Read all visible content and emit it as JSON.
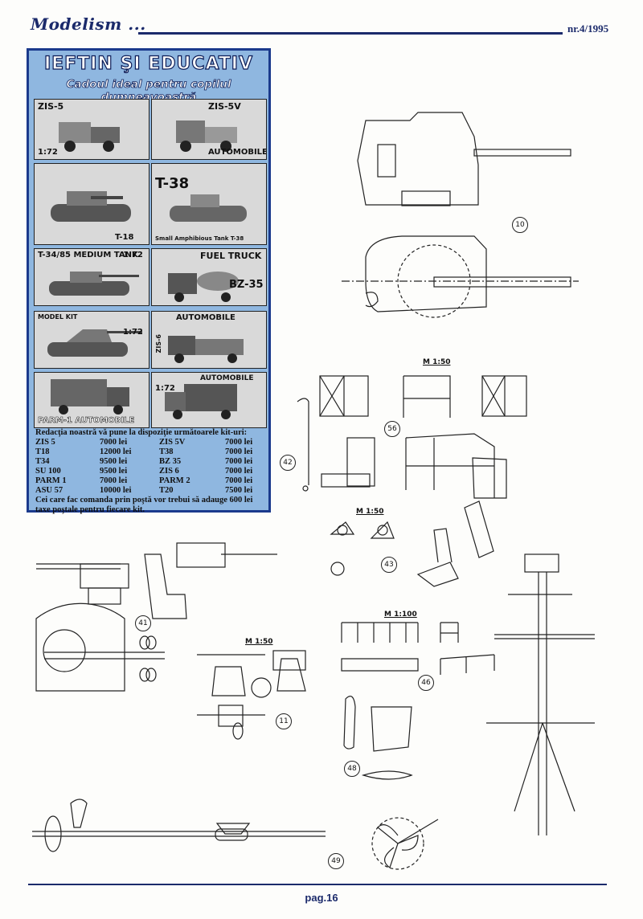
{
  "header": {
    "logo": "Modelism ...",
    "issue": "nr.4/1995"
  },
  "footer": {
    "page": "pag.16"
  },
  "ad": {
    "title": "IEFTIN ŞI EDUCATIV",
    "subtitle": "Cadoul ideal pentru copilul dumneavoastră",
    "kits": [
      {
        "label": "ZIS-5",
        "sub": "1:72"
      },
      {
        "label": "ZIS-5V",
        "sub": "AUTOMOBILE"
      },
      {
        "label": "",
        "sub": "T-18"
      },
      {
        "label": "T-38",
        "sub": "Small Amphibious Tank T-38"
      },
      {
        "label": "T-34/85 MEDIUM TANK",
        "sub": "1:72"
      },
      {
        "label": "FUEL TRUCK",
        "sub": "BZ-35"
      },
      {
        "label": "MODEL KIT",
        "sub": "1:72"
      },
      {
        "label": "ZIS-6",
        "sub": "AUTOMOBILE"
      },
      {
        "label": "",
        "sub": "PARM-1 AUTOMOBILE"
      },
      {
        "label": "AUTOMOBILE",
        "sub": "1:72"
      }
    ],
    "intro": "Redacţia noastră vă pune la dispoziţie următoarele kit-uri:",
    "prices": [
      {
        "kit": "ZIS 5",
        "price": "7000 lei",
        "kit2": "ZIS 5V",
        "price2": "7000 lei"
      },
      {
        "kit": "T18",
        "price": "12000 lei",
        "kit2": "T38",
        "price2": "7000 lei"
      },
      {
        "kit": "T34",
        "price": "9500 lei",
        "kit2": "BZ 35",
        "price2": "7000 lei"
      },
      {
        "kit": "SU 100",
        "price": "9500 lei",
        "kit2": "ZIS 6",
        "price2": "7000 lei"
      },
      {
        "kit": "PARM 1",
        "price": "7000 lei",
        "kit2": "PARM 2",
        "price2": "7000 lei"
      },
      {
        "kit": "ASU 57",
        "price": "10000 lei",
        "kit2": "T20",
        "price2": "7500 lei"
      }
    ],
    "footer": "Cei care fac comanda prin poştă vor trebui să adauge 600 lei taxe poştale pentru fiecare kit."
  },
  "figures": {
    "n10": "10",
    "n56": "56",
    "n42": "42",
    "n43": "43",
    "n41": "41",
    "n11": "11",
    "n46": "46",
    "n48": "48",
    "n49": "49"
  },
  "scales": {
    "s1": "M 1:50",
    "s2": "M 1:50",
    "s3": "M 1:50",
    "s4": "M 1:100"
  }
}
